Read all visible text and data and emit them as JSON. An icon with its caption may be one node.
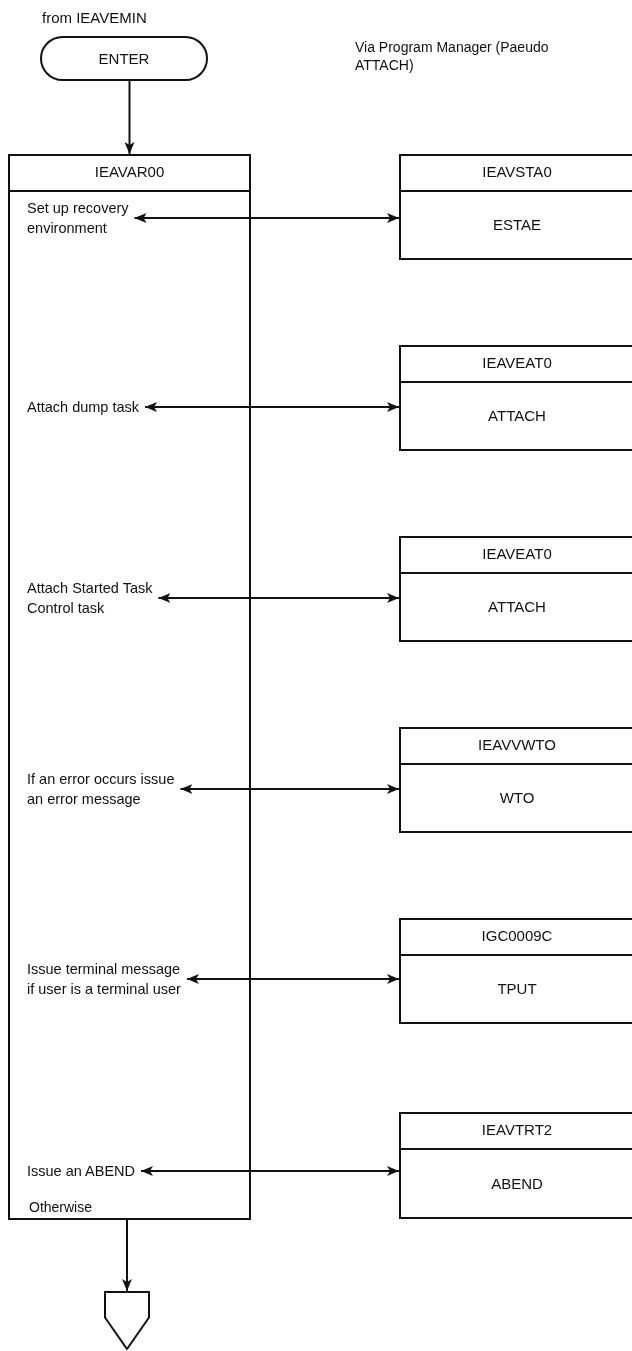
{
  "diagram": {
    "nodes": [
      {
        "text": [
          "ENTER"
        ],
        "beside": [
          "from IEAVEMIN"
        ]
      },
      {
        "text": [
          "IEAVAR00"
        ]
      },
      {
        "text": [
          "Set up recovery environment"
        ],
        "in": 1
      },
      {
        "text": [
          "Attach dump task"
        ],
        "in": 1
      },
      {
        "text": [
          "Attach Started Task Control task"
        ],
        "in": 1
      },
      {
        "text": [
          "If an error occurs issue an error message"
        ],
        "in": 1
      },
      {
        "text": [
          "Issue terminal message if user is a terminal user"
        ],
        "in": 1
      },
      {
        "text": [
          "Issue an ABEND"
        ],
        "in": 1
      },
      {
        "text": [
          "IEAVSTA0",
          "ESTAE"
        ]
      },
      {
        "text": [
          "IEAVEAT0",
          "ATTACH"
        ]
      },
      {
        "text": [
          "IEAVEAT0",
          "ATTACH"
        ]
      },
      {
        "text": [
          "IEAVVWTO",
          "WTO"
        ]
      },
      {
        "text": [
          "IGC0009C",
          "TPUT"
        ]
      },
      {
        "text": [
          "IEAVTRT2",
          "ABEND"
        ]
      },
      {
        "text": [],
        "shape": "pentagon"
      }
    ],
    "edges": [
      {
        "from": 0,
        "to": 1,
        "arrow": "to"
      },
      {
        "from": 2,
        "to": 8,
        "arrow": "both"
      },
      {
        "from": 3,
        "to": 9,
        "arrow": "both"
      },
      {
        "from": 4,
        "to": 10,
        "arrow": "both"
      },
      {
        "from": 5,
        "to": 11,
        "arrow": "both"
      },
      {
        "from": 6,
        "to": 12,
        "arrow": "both"
      },
      {
        "from": 7,
        "to": 13,
        "arrow": "both"
      },
      {
        "from": 1,
        "to": 14,
        "arrow": "to"
      }
    ],
    "labels": [
      "Via Program Manager (Paeudo ATTACH)",
      "Otherwise"
    ]
  }
}
